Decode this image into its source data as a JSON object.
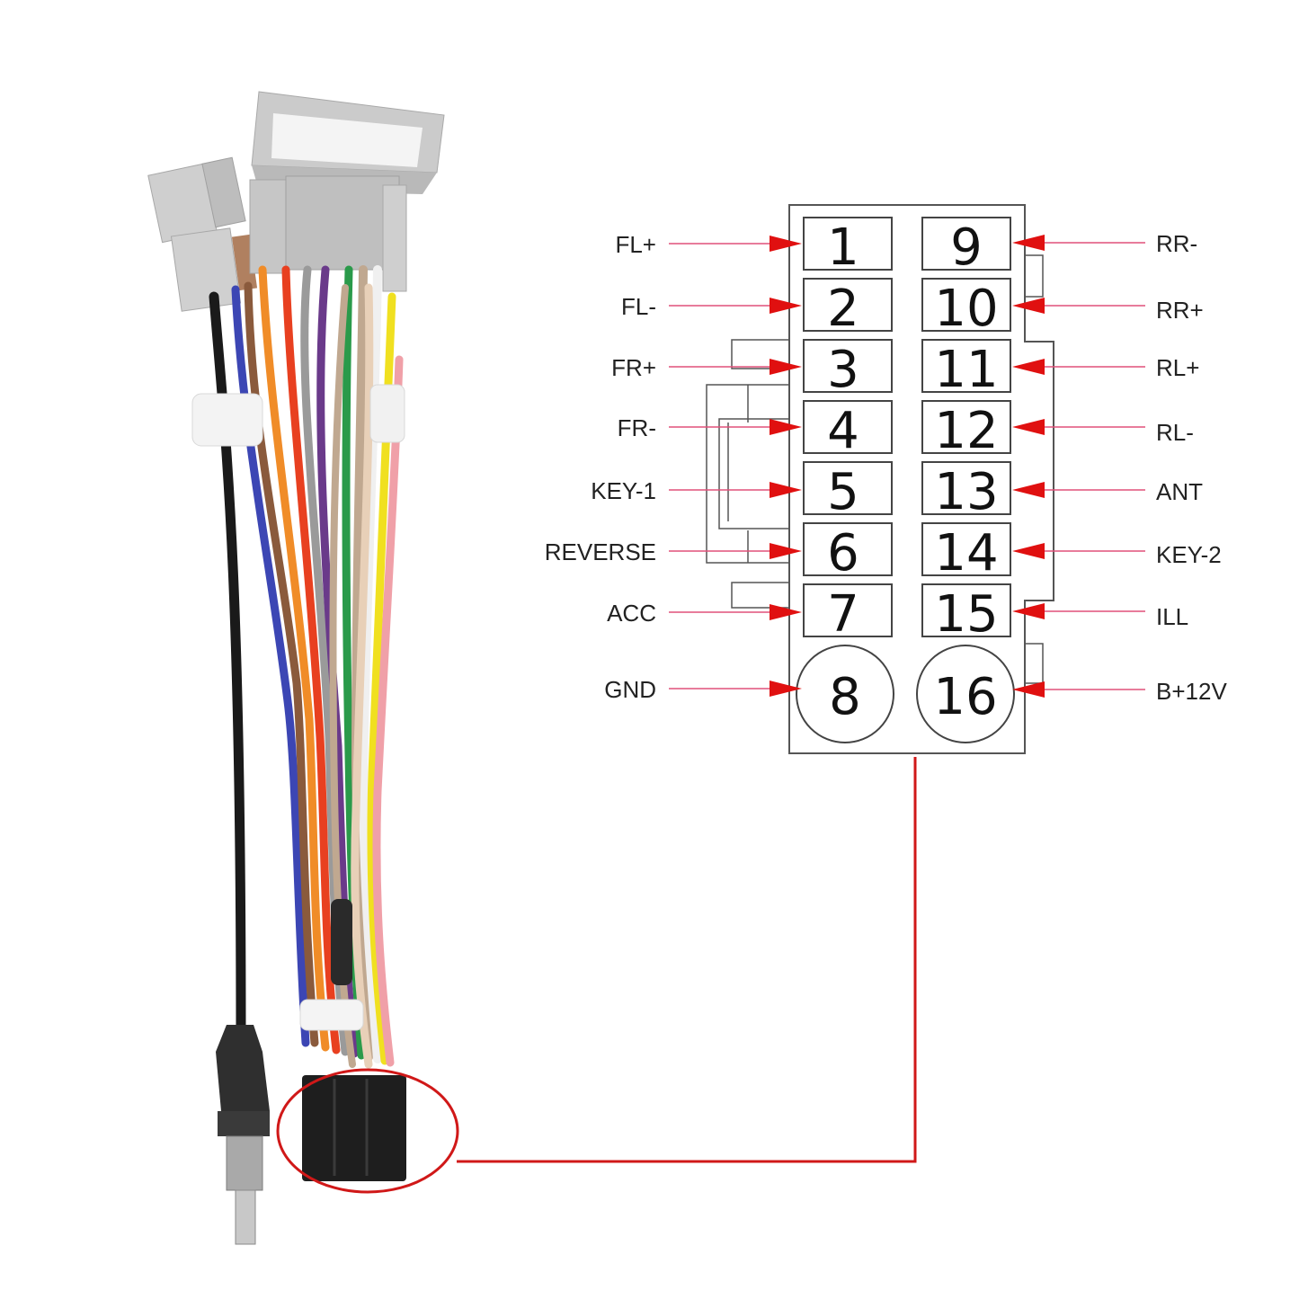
{
  "colors": {
    "leader": "#e0507a",
    "arrow": "#e01010",
    "callout": "#d01818",
    "connector_outline": "#555555",
    "housing_grey": "#c8c8c8"
  },
  "left_pins": [
    {
      "num": "1",
      "label": "FL+"
    },
    {
      "num": "2",
      "label": "FL-"
    },
    {
      "num": "3",
      "label": "FR+"
    },
    {
      "num": "4",
      "label": "FR-"
    },
    {
      "num": "5",
      "label": "KEY-1"
    },
    {
      "num": "6",
      "label": "REVERSE"
    },
    {
      "num": "7",
      "label": "ACC"
    },
    {
      "num": "8",
      "label": "GND"
    }
  ],
  "right_pins": [
    {
      "num": "9",
      "label": "RR-"
    },
    {
      "num": "10",
      "label": "RR+"
    },
    {
      "num": "11",
      "label": "RL+"
    },
    {
      "num": "12",
      "label": "RL-"
    },
    {
      "num": "13",
      "label": "ANT"
    },
    {
      "num": "14",
      "label": "KEY-2"
    },
    {
      "num": "15",
      "label": "ILL"
    },
    {
      "num": "16",
      "label": "B+12V"
    }
  ],
  "wire_colors": [
    "#1a1a1a",
    "#3c46b4",
    "#8a5a3c",
    "#f08c28",
    "#e84020",
    "#9a9a9a",
    "#6a3a8a",
    "#2a9a4a",
    "#f0e020",
    "#f0f0f0",
    "#f0a0a8",
    "#c0a890",
    "#e8d0b8"
  ]
}
